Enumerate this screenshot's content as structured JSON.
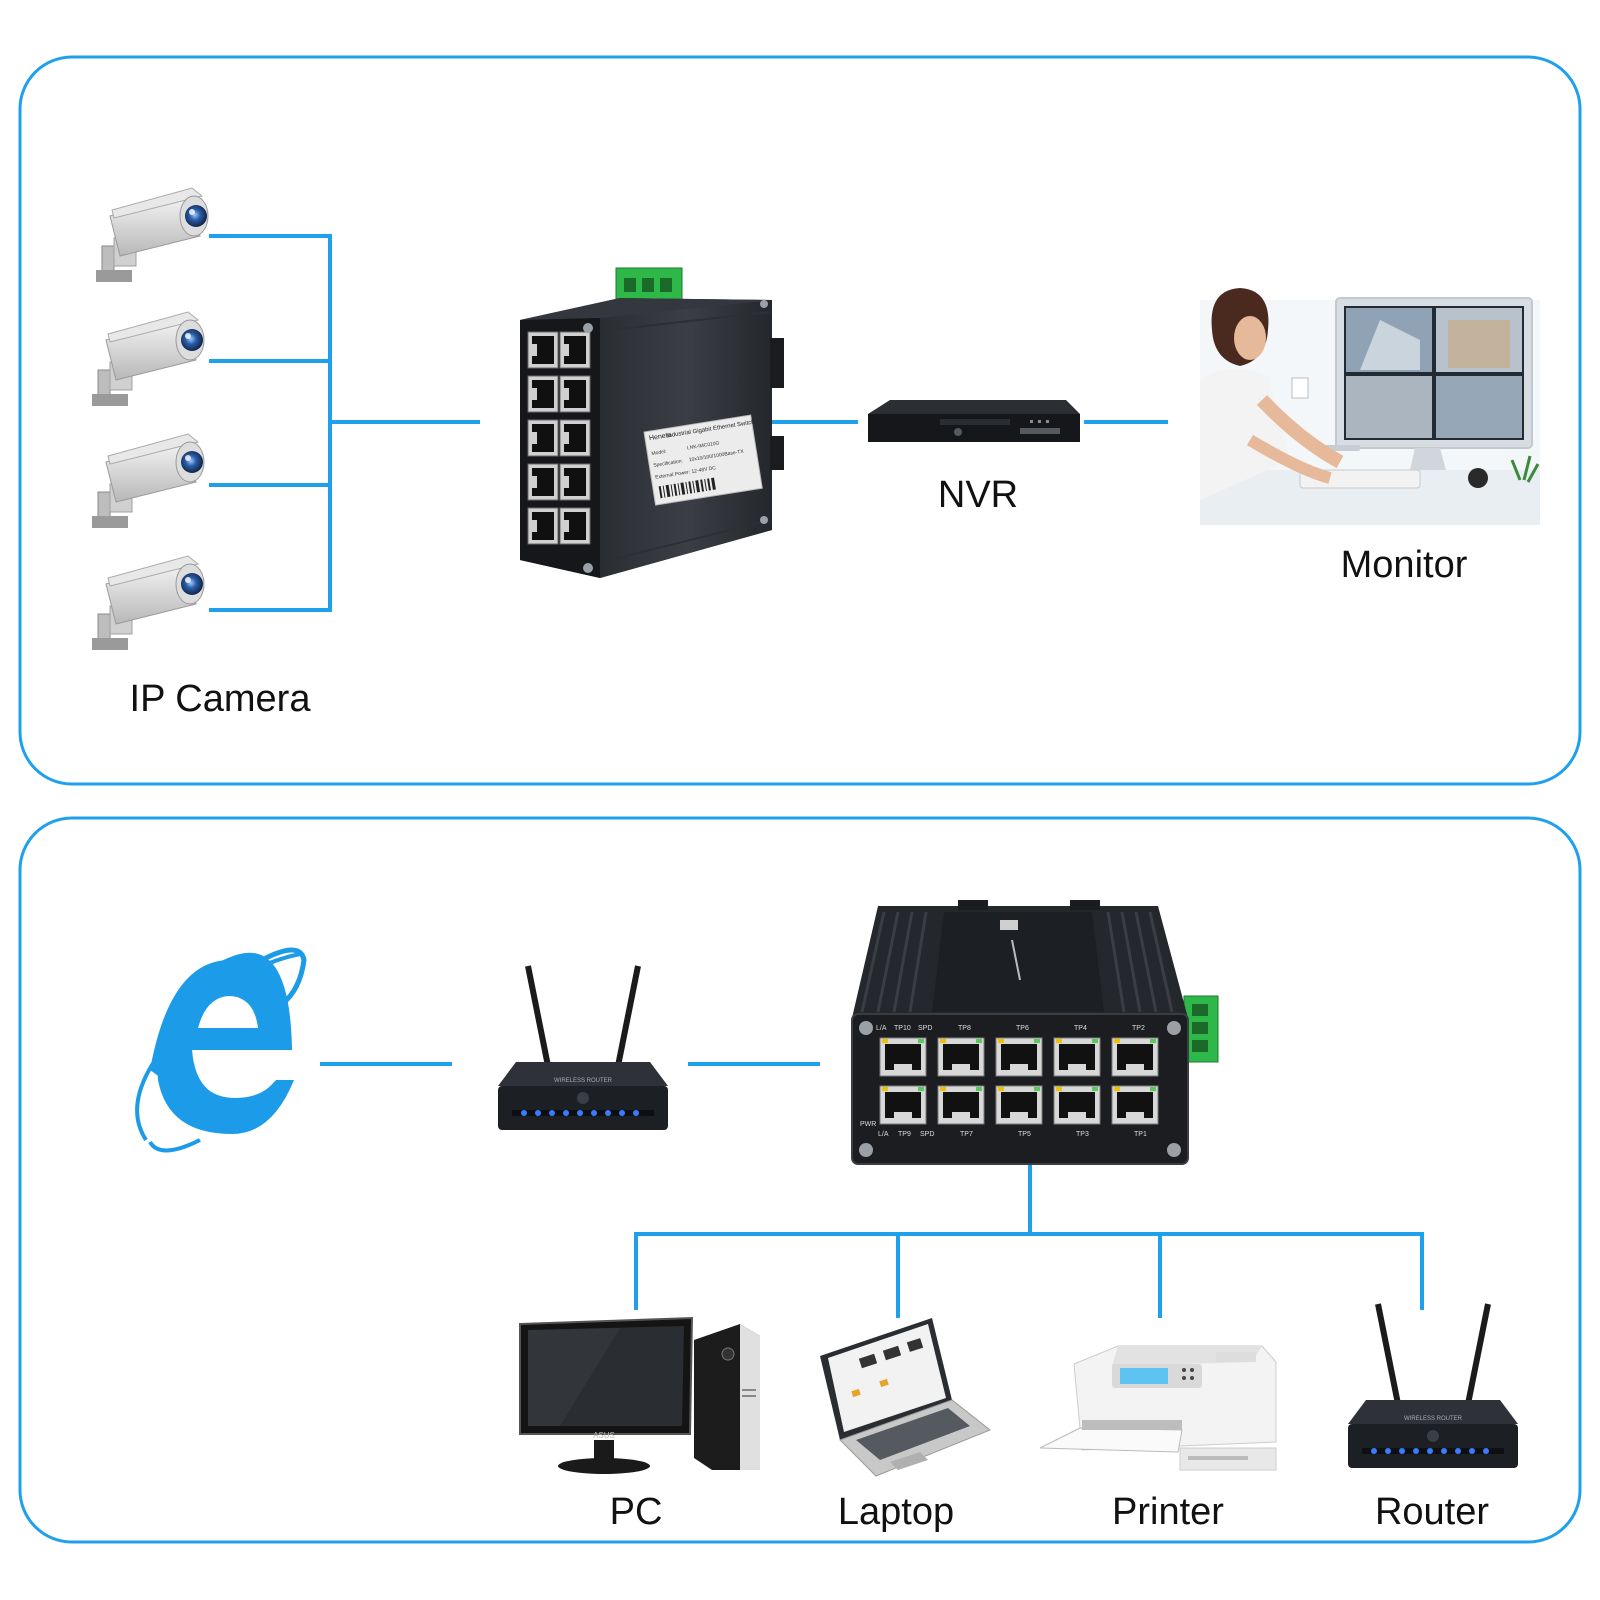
{
  "colors": {
    "panel_border": "#1ea0ec",
    "wire": "#1ea0ec",
    "label": "#111111",
    "ie_blue": "#1c9be8",
    "device_dark": "#1c1f24"
  },
  "panel_top": {
    "camera_label": "IP Camera",
    "nvr_label": "NVR",
    "monitor_label": "Monitor",
    "switch_label_lines": [
      "Heneta",
      "Industrial Gigabit Ethernet Switch",
      "Model:",
      "LNK-IMC010G",
      "Specification:",
      "10x10/100/1000Base-TX",
      "External Power: 12-48V DC"
    ]
  },
  "panel_bottom": {
    "top_port_labels": [
      "L/A",
      "TP10",
      "SPD",
      "TP8",
      "TP6",
      "TP4",
      "TP2"
    ],
    "bottom_port_labels": [
      "PWR",
      "L/A",
      "TP9",
      "SPD",
      "TP7",
      "TP5",
      "TP3",
      "TP1"
    ],
    "router_text": "WIRELESS ROUTER",
    "monitor_brand": "ASUS",
    "devices": [
      {
        "label": "PC",
        "icon": "pc-icon"
      },
      {
        "label": "Laptop",
        "icon": "laptop-icon"
      },
      {
        "label": "Printer",
        "icon": "printer-icon"
      },
      {
        "label": "Router",
        "icon": "router-icon"
      }
    ]
  }
}
